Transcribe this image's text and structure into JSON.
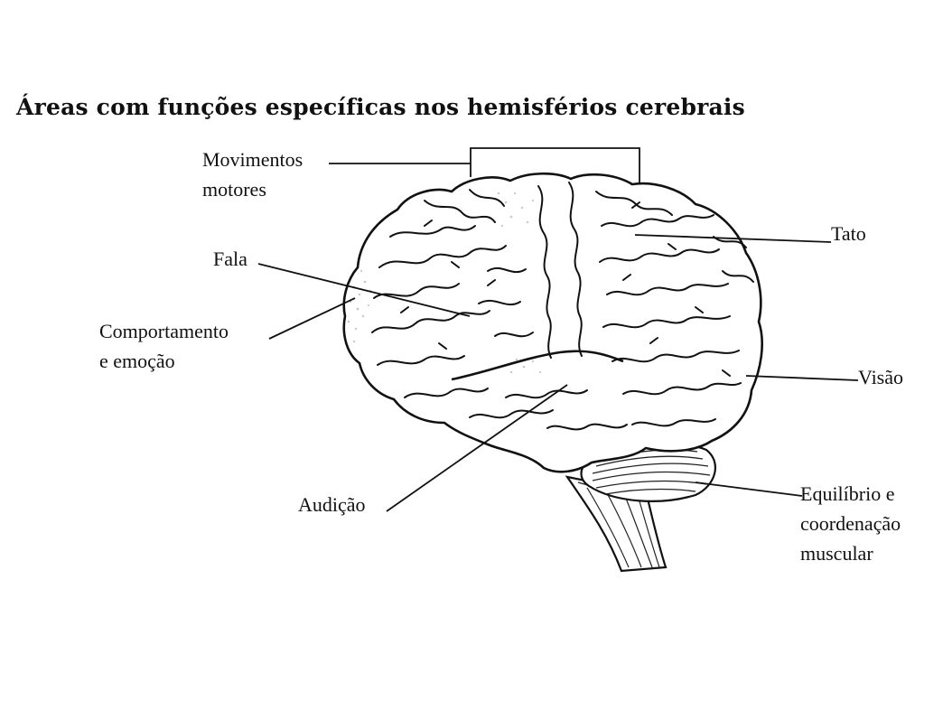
{
  "title": "Áreas com funções específicas nos hemisférios cerebrais",
  "labels": {
    "movimentos": {
      "line1": "Movimentos",
      "line2": "motores"
    },
    "tato": {
      "line1": "Tato"
    },
    "fala": {
      "line1": "Fala"
    },
    "comportamento": {
      "line1": "Comportamento",
      "line2": "e emoção"
    },
    "visao": {
      "line1": "Visão"
    },
    "audicao": {
      "line1": "Audição"
    },
    "equilibrio": {
      "line1": "Equilíbrio e",
      "line2": "coordenação",
      "line3": "muscular"
    }
  }
}
